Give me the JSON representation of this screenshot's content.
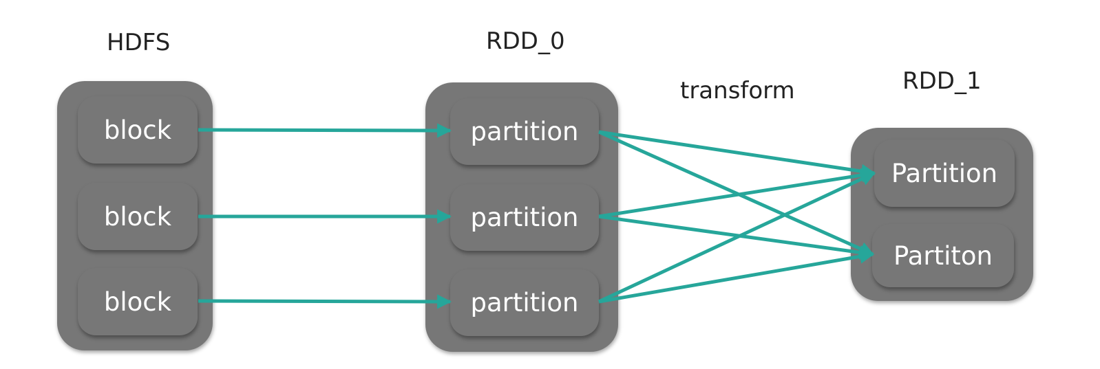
{
  "accent_color": "#26a69a",
  "groups": {
    "hdfs": {
      "title": "HDFS",
      "nodes": [
        "block",
        "block",
        "block"
      ]
    },
    "rdd0": {
      "title": "RDD_0",
      "nodes": [
        "partition",
        "partition",
        "partition"
      ]
    },
    "rdd1": {
      "title": "RDD_1",
      "nodes": [
        "Partition",
        "Partiton"
      ]
    }
  },
  "transform_label": "transform",
  "edges": [
    {
      "from": "hdfs.0",
      "to": "rdd0.0"
    },
    {
      "from": "hdfs.1",
      "to": "rdd0.1"
    },
    {
      "from": "hdfs.2",
      "to": "rdd0.2"
    },
    {
      "from": "rdd0.0",
      "to": "rdd1.0"
    },
    {
      "from": "rdd0.0",
      "to": "rdd1.1"
    },
    {
      "from": "rdd0.1",
      "to": "rdd1.0"
    },
    {
      "from": "rdd0.1",
      "to": "rdd1.1"
    },
    {
      "from": "rdd0.2",
      "to": "rdd1.0"
    },
    {
      "from": "rdd0.2",
      "to": "rdd1.1"
    }
  ]
}
